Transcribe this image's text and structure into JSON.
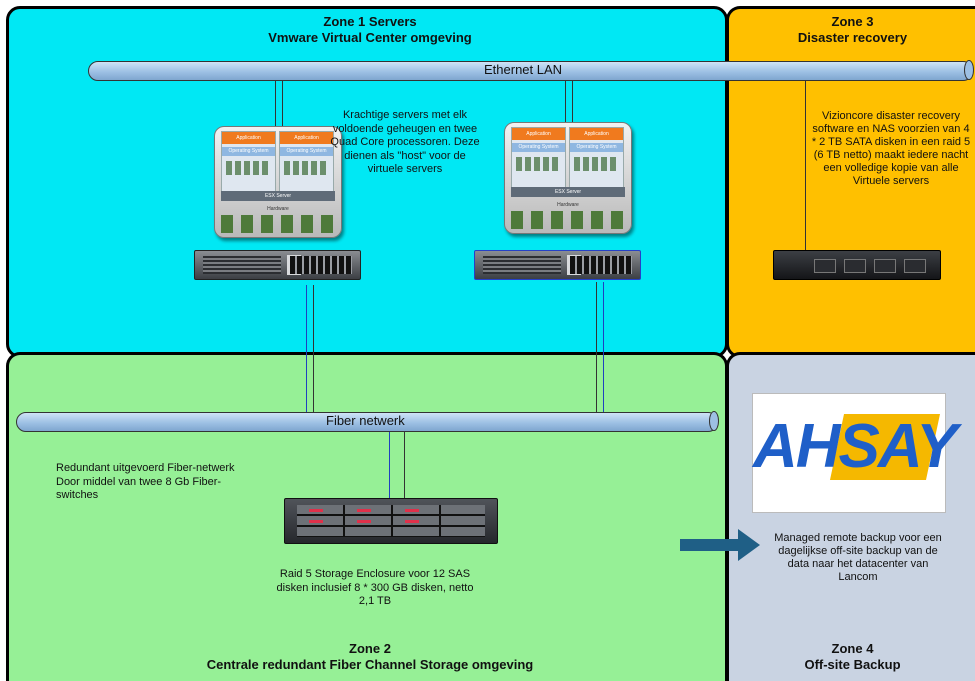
{
  "zones": {
    "zone1": {
      "title": "Zone 1 Servers",
      "subtitle": "Vmware Virtual Center omgeving",
      "color": "#00e8f4"
    },
    "zone2": {
      "title": "Zone 2",
      "subtitle": "Centrale redundant Fiber Channel Storage omgeving",
      "color": "#96f096"
    },
    "zone3": {
      "title": "Zone 3",
      "subtitle": "Disaster recovery",
      "color": "#ffc000"
    },
    "zone4": {
      "title": "Zone 4",
      "subtitle": "Off-site Backup",
      "color": "#c9d3e2"
    }
  },
  "networks": {
    "ethernet": "Ethernet LAN",
    "fiber": "Fiber netwerk"
  },
  "notes": {
    "servers": "Krachtige servers met elk voldoende geheugen en twee Quad Core processoren. Deze dienen als \"host\" voor de virtuele servers",
    "disaster": "Vizioncore disaster recovery software en NAS voorzien van 4 * 2 TB SATA disken in een raid 5 (6 TB netto) maakt iedere nacht een volledige kopie van alle Virtuele servers",
    "fiber": "Redundant uitgevoerd Fiber-netwerk Door middel van twee 8 Gb Fiber-switches",
    "storage": "Raid 5 Storage Enclosure voor 12 SAS disken inclusief 8 * 300 GB disken, netto 2,1 TB",
    "backup": "Managed remote backup voor een dagelijkse off-site backup van de data naar het datacenter van Lancom"
  },
  "esx": {
    "application": "Application",
    "os": "Operating System",
    "layer": "ESX Server",
    "hardware": "Hardware"
  },
  "logo": {
    "text": "AHSAY"
  },
  "arrow_color": "#1f5f86"
}
